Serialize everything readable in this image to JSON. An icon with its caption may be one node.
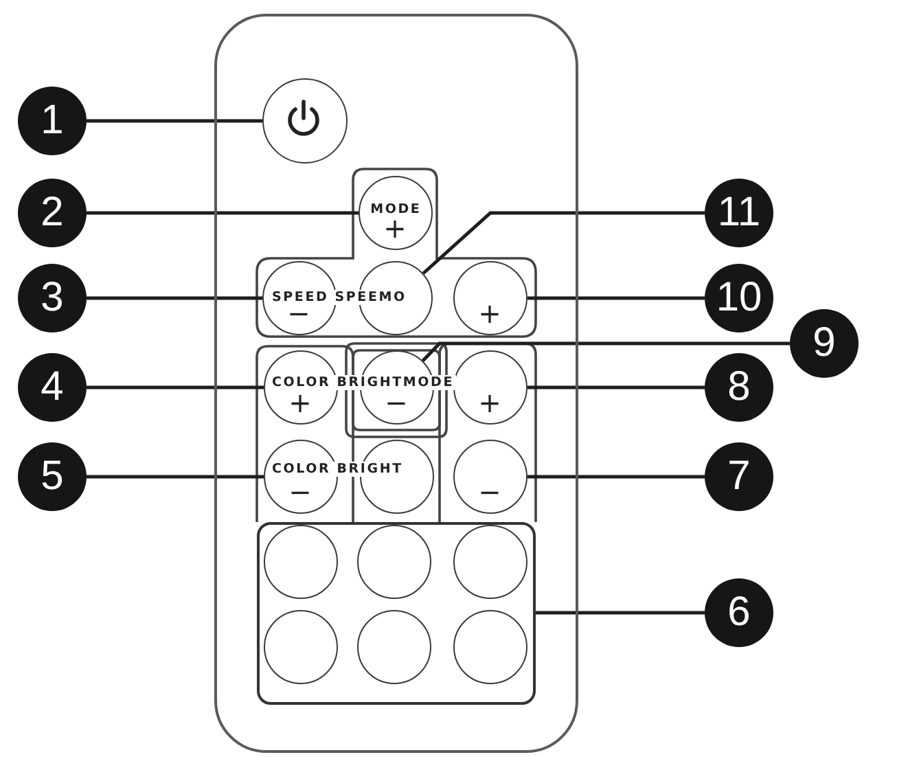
{
  "diagram": {
    "nodes": [
      {
        "text": [],
        "shape": "box"
      },
      {
        "text": [],
        "shape": "circle",
        "in": 0
      },
      {
        "text": [
          "MODE",
          "+"
        ],
        "in": 0
      },
      {
        "text": [
          "−"
        ],
        "in": 0
      },
      {
        "text": [],
        "shape": "circle",
        "in": 0
      },
      {
        "text": [
          "+"
        ],
        "in": 0
      },
      {
        "text": [
          "+"
        ],
        "in": 0
      },
      {
        "text": [
          "−"
        ],
        "in": 0
      },
      {
        "text": [
          "+"
        ],
        "in": 0
      },
      {
        "text": [
          "−"
        ],
        "in": 0
      },
      {
        "text": [],
        "shape": "circle",
        "in": 0
      },
      {
        "text": [
          "−"
        ],
        "in": 0
      },
      {
        "text": [],
        "shape": "box",
        "in": 0
      },
      {
        "text": [],
        "shape": "circle",
        "in": 12
      },
      {
        "text": [],
        "shape": "circle",
        "in": 12
      },
      {
        "text": [],
        "shape": "circle",
        "in": 12
      },
      {
        "text": [],
        "shape": "circle",
        "in": 12
      },
      {
        "text": [],
        "shape": "circle",
        "in": 12
      },
      {
        "text": [],
        "shape": "circle",
        "in": 12
      },
      {
        "text": [
          "1"
        ]
      },
      {
        "text": [
          "2"
        ]
      },
      {
        "text": [
          "3"
        ]
      },
      {
        "text": [
          "4"
        ]
      },
      {
        "text": [
          "5"
        ]
      },
      {
        "text": [
          "6"
        ]
      },
      {
        "text": [
          "7"
        ]
      },
      {
        "text": [
          "8"
        ]
      },
      {
        "text": [
          "9"
        ]
      },
      {
        "text": [
          "10"
        ]
      },
      {
        "text": [
          "11"
        ]
      }
    ],
    "edges": [
      {
        "from": 19,
        "to": 1,
        "arrow": "none"
      },
      {
        "from": 20,
        "to": 2,
        "arrow": "none"
      },
      {
        "from": 21,
        "to": 3,
        "arrow": "none"
      },
      {
        "from": 22,
        "to": 6,
        "arrow": "none"
      },
      {
        "from": 23,
        "to": 9,
        "arrow": "none"
      },
      {
        "from": 24,
        "to": 12,
        "arrow": "none"
      },
      {
        "from": 25,
        "to": 11,
        "arrow": "none"
      },
      {
        "from": 26,
        "to": 8,
        "arrow": "none"
      },
      {
        "from": 27,
        "to": 7,
        "arrow": "none"
      },
      {
        "from": 28,
        "to": 5,
        "arrow": "none"
      },
      {
        "from": 29,
        "to": 4,
        "arrow": "none"
      }
    ],
    "labels": [
      "SPEED SPEEMO",
      "COLOR BRIGHTMODE",
      "COLOR BRIGHT"
    ]
  }
}
